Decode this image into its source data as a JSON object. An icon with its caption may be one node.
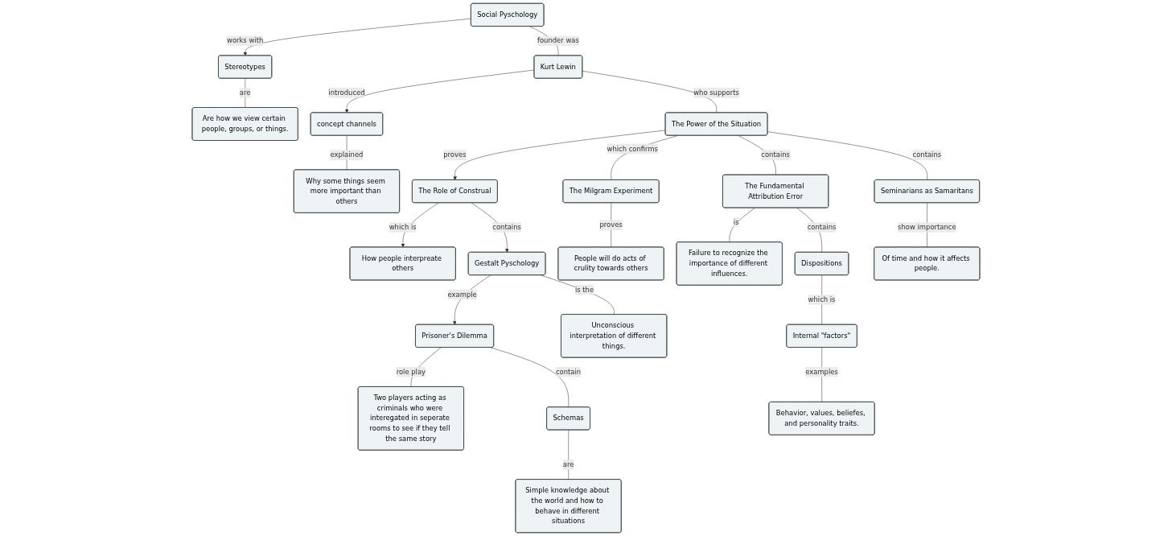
{
  "diagram": {
    "nodes": [
      {
        "text": [
          "Social Pyschology"
        ]
      },
      {
        "text": [
          "Stereotypes"
        ]
      },
      {
        "text": [
          "Are how we view certain people, groups, or things."
        ]
      },
      {
        "text": [
          "concept channels"
        ]
      },
      {
        "text": [
          "Why some things seem more important than others"
        ]
      },
      {
        "text": [
          "Kurt Lewin"
        ]
      },
      {
        "text": [
          "How people interpreate others"
        ]
      },
      {
        "text": [
          "The Role of Construal"
        ]
      },
      {
        "text": [
          "Gestalt Pyschology"
        ]
      },
      {
        "text": [
          "Prisoner's Dilemma"
        ]
      },
      {
        "text": [
          "Unconscious interpretation of different things."
        ]
      },
      {
        "text": [
          "Two players acting as criminals who were interegated in seperate rooms to see if they tell the same story"
        ]
      },
      {
        "text": [
          "The Power of the Situation"
        ]
      },
      {
        "text": [
          "The Milgram Experiment"
        ]
      },
      {
        "text": [
          "People will do acts of crulity towards others"
        ]
      },
      {
        "text": [
          "The Fundamental Attribution Error"
        ]
      },
      {
        "text": [
          "Seminarians as Samaritans"
        ]
      },
      {
        "text": [
          "Failure to recognize the importance of different influences."
        ]
      },
      {
        "text": [
          "Dispositions"
        ]
      },
      {
        "text": [
          "Internal \"factors\""
        ]
      },
      {
        "text": [
          "Behavior, values, beliefes, and personality traits."
        ]
      },
      {
        "text": [
          "Of time and how it affects people."
        ]
      },
      {
        "text": [
          "Schemas"
        ]
      },
      {
        "text": [
          "Simple knowledge about the world and how to behave in different situations"
        ]
      }
    ],
    "edges": [
      {
        "from": 0,
        "to": 1,
        "arrow": "to",
        "label": "works with"
      },
      {
        "from": 1,
        "to": 2,
        "arrow": "none",
        "label": "are"
      },
      {
        "from": 5,
        "to": 3,
        "arrow": "to",
        "label": "introduced"
      },
      {
        "from": 3,
        "to": 4,
        "arrow": "none",
        "label": "explained"
      },
      {
        "from": 0,
        "to": 5,
        "arrow": "none",
        "label": "founder was"
      },
      {
        "from": 5,
        "to": 12,
        "arrow": "none",
        "label": "who supports"
      },
      {
        "from": 12,
        "to": 7,
        "arrow": "to",
        "label": "proves"
      },
      {
        "from": 7,
        "to": 6,
        "arrow": "to",
        "label": "which is"
      },
      {
        "from": 7,
        "to": 8,
        "arrow": "to",
        "label": "contains"
      },
      {
        "from": 8,
        "to": 9,
        "arrow": "to",
        "label": "example"
      },
      {
        "from": 8,
        "to": 10,
        "arrow": "none",
        "label": "is the"
      },
      {
        "from": 9,
        "to": 11,
        "arrow": "none",
        "label": "role play"
      },
      {
        "from": 9,
        "to": 22,
        "arrow": "none",
        "label": "contain"
      },
      {
        "from": 22,
        "to": 23,
        "arrow": "none",
        "label": "are"
      },
      {
        "from": 12,
        "to": 13,
        "arrow": "none",
        "label": "which confirms"
      },
      {
        "from": 13,
        "to": 14,
        "arrow": "none",
        "label": "proves"
      },
      {
        "from": 12,
        "to": 15,
        "arrow": "none",
        "label": "contains"
      },
      {
        "from": 12,
        "to": 16,
        "arrow": "none",
        "label": "contains"
      },
      {
        "from": 15,
        "to": 17,
        "arrow": "none",
        "label": "is"
      },
      {
        "from": 15,
        "to": 18,
        "arrow": "none",
        "label": "contains"
      },
      {
        "from": 18,
        "to": 19,
        "arrow": "none",
        "label": "which is"
      },
      {
        "from": 19,
        "to": 20,
        "arrow": "none",
        "label": "examples"
      },
      {
        "from": 16,
        "to": 21,
        "arrow": "none",
        "label": "show importance"
      }
    ]
  }
}
